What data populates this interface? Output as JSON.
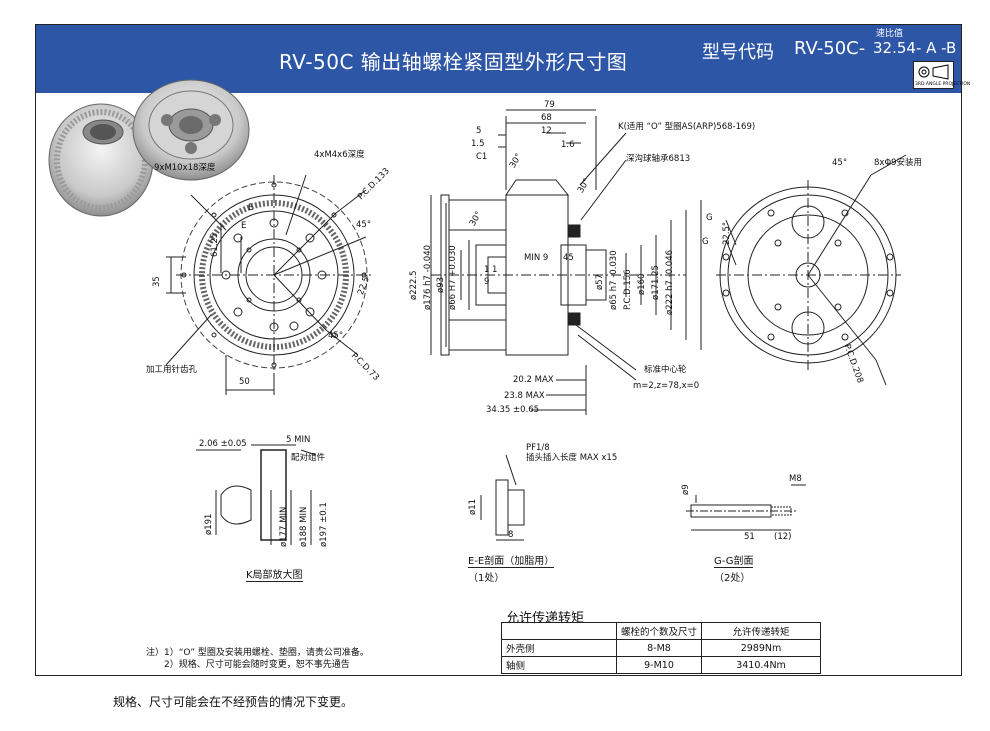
{
  "header": {
    "title": "RV-50C 输出轴螺栓紧固型外形尺寸图",
    "model_code_label": "型号代码",
    "model_code_value": "RV-50C-",
    "ratio_note": "速比值",
    "ratio_value": "32.54- A -B",
    "projection_label": "3RD ANGLE PROJECTION",
    "color_banner": "#2d56a6"
  },
  "front_view": {
    "labels": {
      "tap_holes": "9xM10x18深度",
      "tap_holes_small": "4xM4x6深度",
      "pcd_133": "P.C.D.133",
      "angle_45a": "45°",
      "angle_22_5": "22.5°",
      "angle_45b": "45°",
      "pcd_73": "P.C.D.73",
      "dim_61_25": "61.25",
      "dim_35": "35",
      "dim_50": "50",
      "sec_e1": "E",
      "sec_e2": "E",
      "hole_note": "加工用针齿孔"
    }
  },
  "side_view": {
    "labels": {
      "d79": "79",
      "d68": "68",
      "d5": "5",
      "d1_5": "1.5",
      "d12": "12",
      "d1_6": "1.6",
      "c1": "C1",
      "a30a": "30°",
      "a30b": "30°",
      "a30c": "30°",
      "k_note": "K(适用 “O” 型圈AS(ARP)568-169)",
      "bearing": "深沟球轴承6813",
      "min9": "MIN 9",
      "d45": "45",
      "d1a": "1",
      "d1b": "1",
      "d9": "9",
      "dia222_5": "ø222.5",
      "dia176": "ø176 h7 -0.040",
      "dia93": "ø93",
      "dia66": "ø66 H7 +0.030",
      "dia57": "ø57",
      "dia65": "ø65 h7 -0.030",
      "pcd156": "P.C.D.156",
      "dia160": "ø160",
      "dia171": "ø171.25",
      "dia222h7": "ø222 h7 -0.046",
      "gear_note": "标准中心轮",
      "gear_spec": "m=2,z=78,x=0",
      "d20_2": "20.2 MAX",
      "d23_8": "23.8 MAX",
      "d34_35": "34.35 ±0.65"
    }
  },
  "rear_view": {
    "labels": {
      "angle_45": "45°",
      "mount_holes": "8xΦ9安装用",
      "g1": "G",
      "g2": "G",
      "angle_22_5": "22.5°",
      "pcd208": "P.C.D.208"
    }
  },
  "detail_k": {
    "labels": {
      "d2_06": "2.06 ±0.05",
      "d5min": "5 MIN",
      "mating": "配对组件",
      "d191": "ø191",
      "d177": "ø177 MIN",
      "d188": "ø188 MIN",
      "d197": "ø197 ±0.1",
      "title": "K局部放大图"
    }
  },
  "section_e": {
    "labels": {
      "pf": "PF1/8",
      "plug": "插头插入长度 MAX x15",
      "d11": "ø11",
      "d8": "8",
      "title": "E-E剖面（加脂用）",
      "count": "（1处）"
    }
  },
  "section_g": {
    "labels": {
      "d9": "ø9",
      "m8": "M8",
      "d51": "51",
      "d12": "(12)",
      "title": "G-G剖面",
      "count": "（2处）"
    }
  },
  "torque_table": {
    "title": "允许传递转矩",
    "headers": [
      "",
      "螺栓的个数及尺寸",
      "允许传递转矩"
    ],
    "rows": [
      [
        "外壳侧",
        "8-M8",
        "2989Nm"
      ],
      [
        "轴侧",
        "9-M10",
        "3410.4Nm"
      ]
    ]
  },
  "notes": {
    "line1": "注）1）“O” 型圈及安装用螺栓、垫圈，请贵公司准备。",
    "line2": "2）规格、尺寸可能会随时变更，恕不事先通告"
  },
  "footer": "规格、尺寸可能会在不经预告的情况下变更。"
}
